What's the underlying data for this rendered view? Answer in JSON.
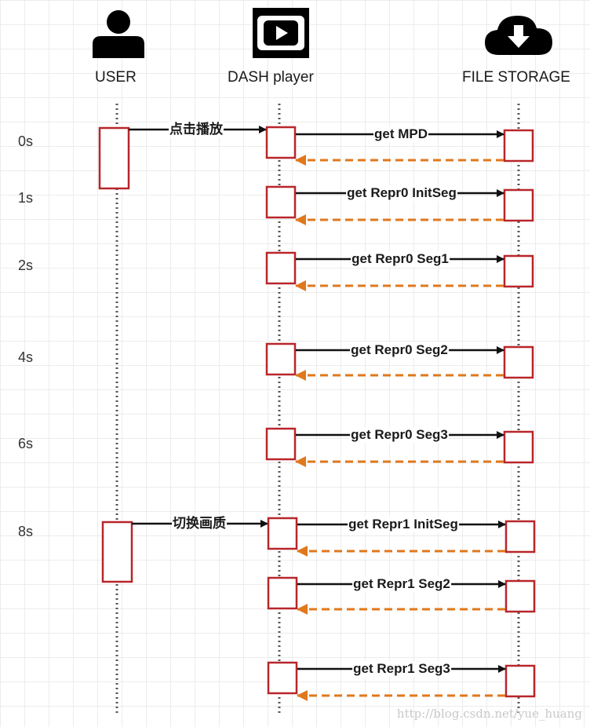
{
  "actors": [
    {
      "label": "USER",
      "icon": "user-icon"
    },
    {
      "label": "DASH player",
      "icon": "play-icon"
    },
    {
      "label": "FILE STORAGE",
      "icon": "cloud-download-icon"
    }
  ],
  "time_labels": [
    "0s",
    "1s",
    "2s",
    "4s",
    "6s",
    "8s"
  ],
  "user_actions": [
    "点击播放",
    "切换画质"
  ],
  "requests": [
    "get MPD",
    "get Repr0 InitSeg",
    "get Repr0 Seg1",
    "get Repr0 Seg2",
    "get Repr0 Seg3",
    "get Repr1 InitSeg",
    "get Repr1 Seg2",
    "get Repr1 Seg3"
  ],
  "watermark": "http://blog.csdn.net/yue_huang",
  "colors": {
    "activation_border": "#b8262a",
    "request_arrow": "#111111",
    "response_arrow": "#e0781c",
    "lifeline": "#555555"
  }
}
